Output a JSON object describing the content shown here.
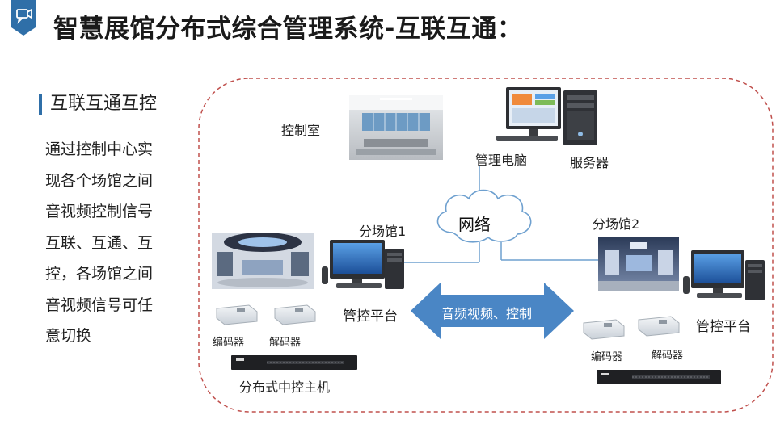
{
  "header": {
    "title": "智慧展馆分布式综合管理系统-互联互通："
  },
  "sidebar": {
    "heading": "互联互通互控",
    "lines": [
      "通过控制中心实",
      "现各个场馆之间",
      "音视频控制信号",
      "互联、互通、互",
      "控，各场馆之间",
      "音视频信号可任",
      "意切换"
    ]
  },
  "diagram": {
    "control_room": "控制室",
    "mgmt_pc": "管理电脑",
    "server": "服务器",
    "network": "网络",
    "venue1": "分场馆1",
    "venue2": "分场馆2",
    "platform1": "管控平台",
    "platform2": "管控平台",
    "encoder1": "编码器",
    "decoder1": "解码器",
    "encoder2": "编码器",
    "decoder2": "解码器",
    "host": "分布式中控主机",
    "link": "音频视频、控制"
  },
  "colors": {
    "accent": "#2f6fa8",
    "arrow": "#4a86c5",
    "dashed_border": "#c0504d",
    "line": "#6ea0cf"
  }
}
